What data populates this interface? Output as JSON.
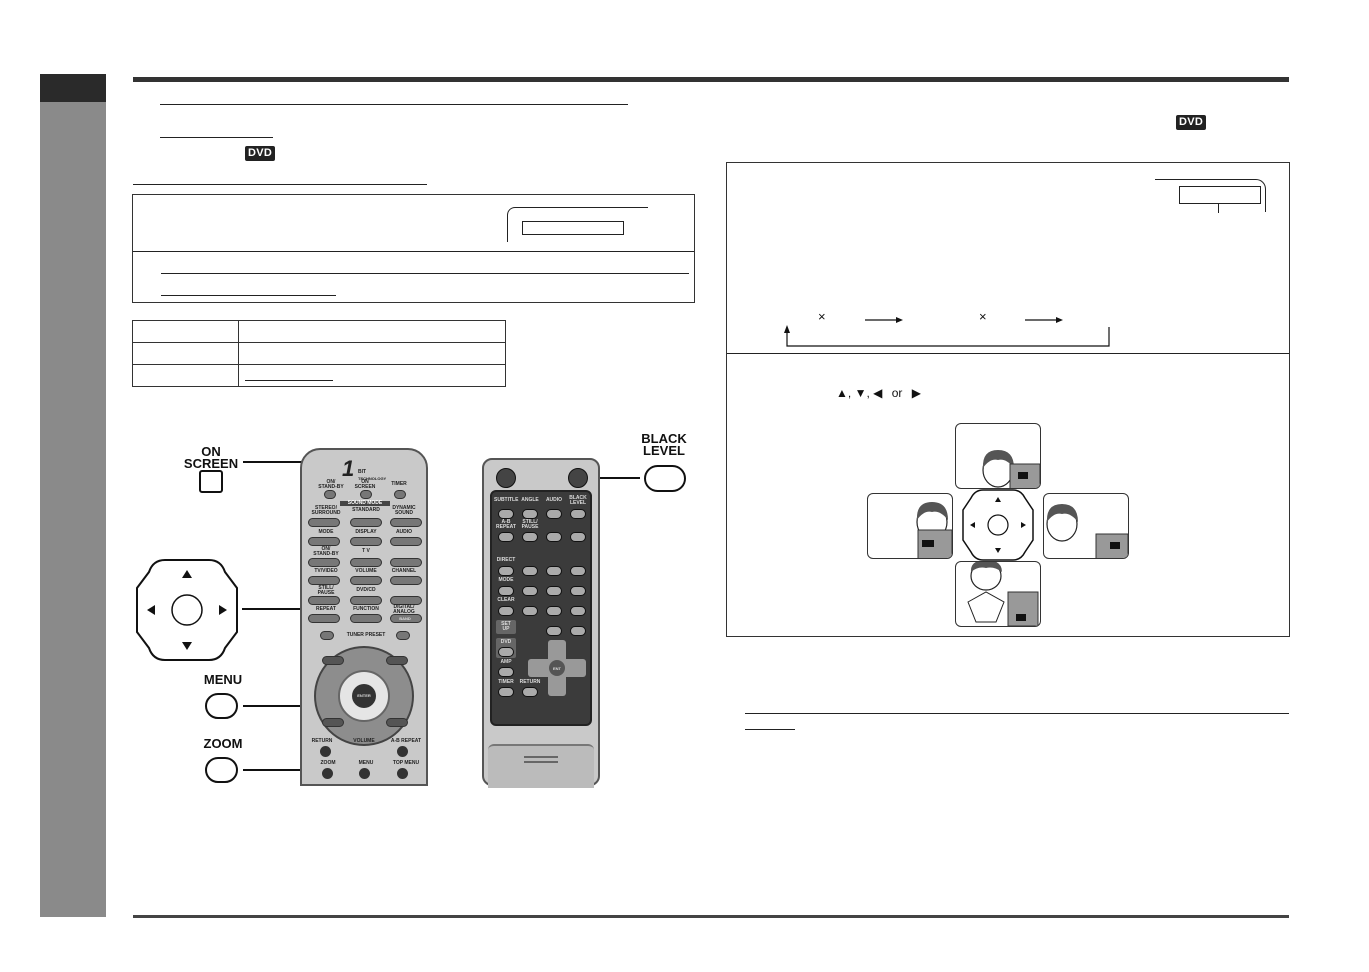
{
  "badges": {
    "dvd_left": "DVD",
    "dvd_right": "DVD"
  },
  "buttons": {
    "on_screen": "ON\nSCREEN",
    "black_level": "BLACK\nLEVEL",
    "menu": "MENU",
    "zoom": "ZOOM"
  },
  "zoom_box": {
    "multiply_1": "×",
    "multiply_2": "×"
  },
  "arrows_line": {
    "up": "▲",
    "sep1": ",",
    "down": "▼",
    "sep2": ",",
    "left": "◀",
    "or": "or",
    "right": "▶"
  },
  "remote_main": {
    "logo": "1",
    "logo_sub": "BIT",
    "logo_tech": "TECHNOLOGY",
    "on_standby": "ON/\nSTAND-BY",
    "on_screen": "ON\nSCREEN",
    "timer": "TIMER",
    "sound_mode": "SOUND MODE",
    "stereo_surround": "STEREO/\nSURROUND",
    "standard": "STANDARD",
    "dynamic_sound": "DYNAMIC\nSOUND",
    "mode": "MODE",
    "display": "DISPLAY",
    "audio": "AUDIO",
    "tv_on_standby": "ON/\nSTAND-BY",
    "tv": "T V",
    "tv_video": "TV/VIDEO",
    "volume": "VOLUME",
    "channel": "CHANNEL",
    "still_pause": "STILL/\nPAUSE",
    "dvd_cd": "DVD/CD",
    "repeat": "REPEAT",
    "function": "FUNCTION",
    "digital_analog": "DIGITAL/\nANALOG",
    "band": "BAND",
    "tuner_preset": "TUNER PRESET",
    "enter": "ENTER",
    "return": "RETURN",
    "volume_ring": "VOLUME",
    "ab_repeat": "A-B REPEAT",
    "zoom": "ZOOM",
    "menu": "MENU",
    "top_menu": "TOP MENU"
  },
  "remote_dark": {
    "subtitle": "SUBTITLE",
    "angle": "ANGLE",
    "audio": "AUDIO",
    "black_level": "BLACK\nLEVEL",
    "ab_repeat": "A-B\nREPEAT",
    "step_pause": "STILL/\nPAUSE",
    "direct": "DIRECT",
    "mode": "MODE",
    "clear": "CLEAR",
    "set_up": "SET\nUP",
    "dvd": "DVD",
    "amp": "AMP",
    "timer": "TIMER",
    "return": "RETURN",
    "enter": "ENT"
  }
}
